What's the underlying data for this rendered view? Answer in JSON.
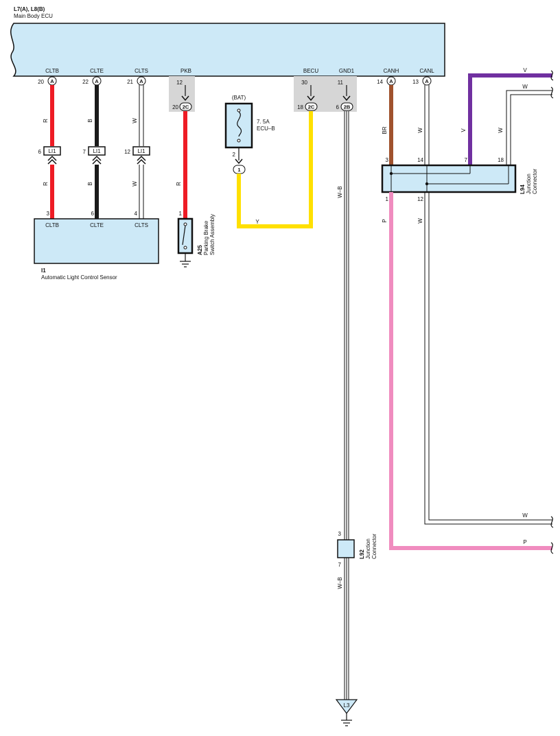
{
  "colors": {
    "component_fill": "#cde9f7",
    "stripe_fill": "#d6d6d6",
    "red": "#ee1c25",
    "black": "#1a1a1a",
    "yellow": "#ffe000",
    "brown": "#a0522d",
    "purple": "#7030a0",
    "pink": "#f08cbf"
  },
  "ecu": {
    "title": "L7(A), L8(B)",
    "subtitle": "Main Body ECU",
    "terminals": [
      {
        "name": "CLTB",
        "pin": "20",
        "conn": "A"
      },
      {
        "name": "CLTE",
        "pin": "22",
        "conn": "A"
      },
      {
        "name": "CLTS",
        "pin": "21",
        "conn": "A"
      },
      {
        "name": "PKB",
        "pin": "12",
        "conn": ""
      },
      {
        "name": "BECU",
        "pin": "30",
        "conn": ""
      },
      {
        "name": "GND1",
        "pin": "11",
        "conn": ""
      },
      {
        "name": "CANH",
        "pin": "14",
        "conn": "A"
      },
      {
        "name": "CANL",
        "pin": "13",
        "conn": "A"
      }
    ]
  },
  "junction_2c_pkb": {
    "pin": "20",
    "label": "2C"
  },
  "junction_2c_becu": {
    "pin": "18",
    "label": "2C"
  },
  "junction_2b_gnd": {
    "pin": "6",
    "label": "2B"
  },
  "li1_connectors": [
    {
      "pin_top": "6",
      "label": "LI1",
      "wire": "R",
      "pin_bottom": "3"
    },
    {
      "pin_top": "7",
      "label": "LI1",
      "wire": "B",
      "pin_bottom": "6"
    },
    {
      "pin_top": "12",
      "label": "LI1",
      "wire": "W",
      "pin_bottom": "4"
    }
  ],
  "light_sensor": {
    "id": "I1",
    "name": "Automatic Light Control Sensor",
    "terminals": [
      "CLTB",
      "CLTE",
      "CLTS"
    ]
  },
  "parking_brake": {
    "id": "A25",
    "name_line1": "Parking Brake",
    "name_line2": "Switch Assembly",
    "pin": "1",
    "wire": "R"
  },
  "fuse": {
    "source": "(BAT)",
    "rating": "7. 5A",
    "name": "ECU–B",
    "pin": "2",
    "conn": "1",
    "wire": "Y"
  },
  "l94": {
    "id": "L94",
    "name_line1": "Junction",
    "name_line2": "Connector",
    "pins_top": [
      "3",
      "14",
      "7",
      "18"
    ],
    "pins_bottom": [
      "1",
      "12"
    ]
  },
  "l92": {
    "id": "L92",
    "name_line1": "Junction",
    "name_line2": "Connector",
    "pin_top": "3",
    "pin_bottom": "7"
  },
  "ground": {
    "label": "L3"
  },
  "wire_labels": {
    "r": "R",
    "b": "B",
    "w": "W",
    "y": "Y",
    "wb": "W–B",
    "br": "BR",
    "v": "V",
    "p": "P"
  }
}
